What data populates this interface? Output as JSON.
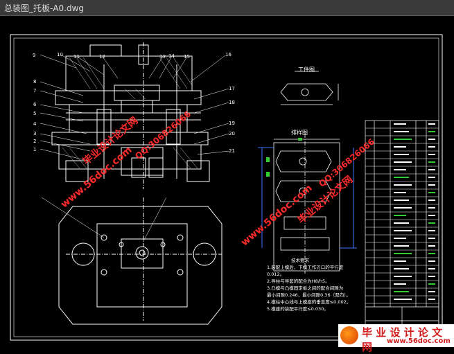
{
  "window": {
    "title": "总装图_托板-A0.dwg"
  },
  "drawing": {
    "part_numbers_left": [
      "9",
      "10",
      "11",
      "12",
      "13",
      "14",
      "15",
      "16",
      "8",
      "7",
      "6",
      "5",
      "4",
      "3",
      "2",
      "1"
    ],
    "part_numbers_right": [
      "17",
      "18",
      "19",
      "20",
      "21"
    ],
    "label_workpiece": "工件图",
    "label_layout": "排样图",
    "tech_title": "技术要求",
    "tech_lines": [
      "1.装配上模后，下模工作刃口的平行度0.012。",
      "2.导柱与导套的配合为H8/h5。",
      "3.凸模与凸模固定板之间的配合间隙为",
      "  最小间隙0.246，最小间隙0.36（双向）。",
      "4.模柱中心线与上模座的垂直度≤0.002。",
      "5.模座的装配平行度≤0.030。"
    ]
  },
  "watermarks": {
    "text_a": "毕业设计论文网",
    "text_b": "www.56doc.com",
    "text_c": "QQ:306826066"
  },
  "brand": {
    "name": "毕 业 设 计 论 文 网",
    "url": "www.56doc.com"
  },
  "colors": {
    "line": "#ffffff",
    "accent": "#33cc33",
    "blue": "#3a78ff",
    "watermark": "#ff2a2a"
  }
}
